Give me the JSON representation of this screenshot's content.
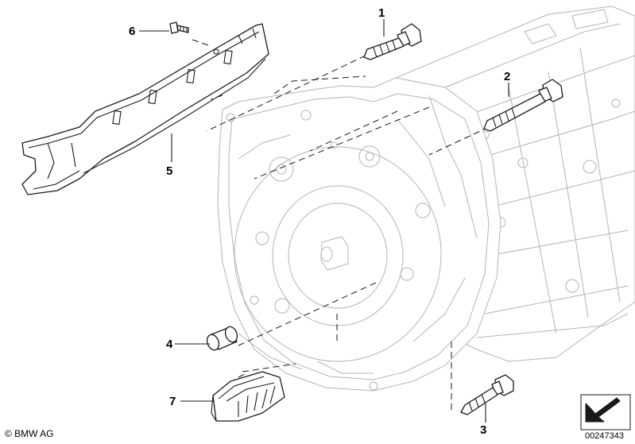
{
  "callouts": [
    {
      "id": "1",
      "label": "1"
    },
    {
      "id": "2",
      "label": "2"
    },
    {
      "id": "3",
      "label": "3"
    },
    {
      "id": "4",
      "label": "4"
    },
    {
      "id": "5",
      "label": "5"
    },
    {
      "id": "6",
      "label": "6"
    },
    {
      "id": "7",
      "label": "7"
    }
  ],
  "footer": {
    "copyright": "© BMW AG",
    "document_number": "00247343"
  },
  "colors": {
    "housing_outline": "#b4b4b4",
    "part_outline": "#1a1a1a",
    "background": "#ffffff"
  },
  "icons": {
    "orientation": "arrow-icon"
  }
}
